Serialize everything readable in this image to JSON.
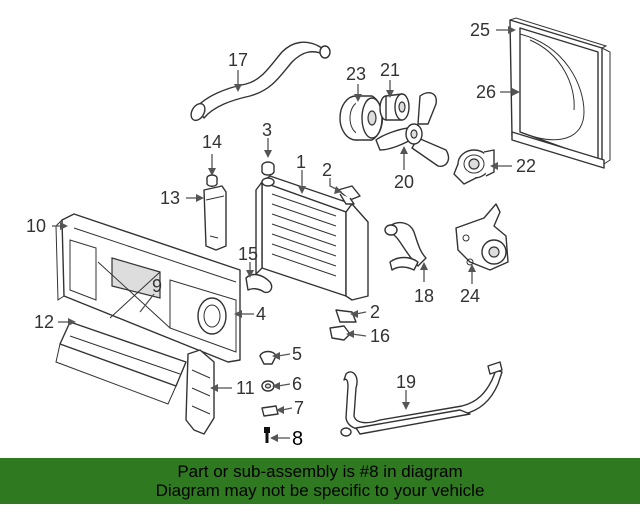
{
  "diagram": {
    "labels": {
      "l1": "1",
      "l2a": "2",
      "l2b": "2",
      "l3": "3",
      "l4": "4",
      "l5": "5",
      "l6": "6",
      "l7": "7",
      "l8": "8",
      "l9": "9",
      "l10": "10",
      "l11": "11",
      "l12": "12",
      "l13": "13",
      "l14": "14",
      "l15": "15",
      "l16": "16",
      "l17": "17",
      "l19": "19",
      "l18": "18",
      "l20": "20",
      "l21": "21",
      "l22": "22",
      "l23": "23",
      "l24": "24",
      "l25": "25",
      "l26": "26"
    },
    "highlight_color": "#000000"
  },
  "banner": {
    "line1": "Part or sub-assembly is #8 in diagram",
    "line2": "Diagram may not be specific to your vehicle",
    "background": "#2f7a21"
  }
}
